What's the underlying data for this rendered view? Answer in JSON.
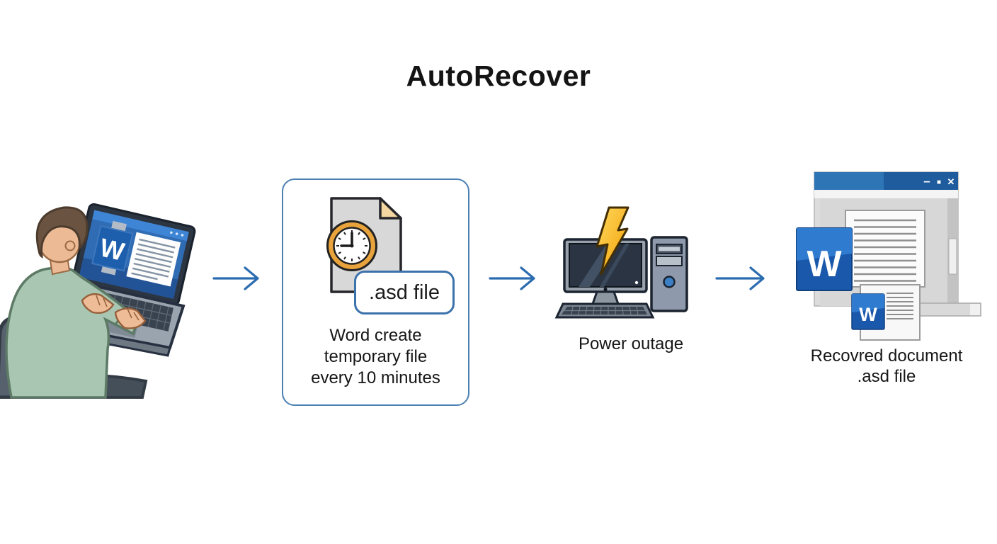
{
  "title": "AutoRecover",
  "word_brand": {
    "letter": "W"
  },
  "steps": {
    "temp_file": {
      "badge": ".asd file",
      "caption": [
        "Word create",
        "temporary file",
        "every 10 minutes"
      ]
    },
    "power_outage": {
      "caption": "Power outage"
    },
    "recovered": {
      "caption": [
        "Recovred document",
        ".asd file"
      ]
    }
  },
  "window_controls": {
    "minimize": "–",
    "maximize": "■",
    "close": "✕"
  },
  "colors": {
    "arrow": "#2b6cb0",
    "step_box_border": "#4b80b3",
    "word_icon_blue": "#1a58ab",
    "title_bar_left": "#2e75b6",
    "title_bar_right": "#1f5c9d",
    "clock_ring": "#e8a33d",
    "lightning": "#ffc425"
  }
}
